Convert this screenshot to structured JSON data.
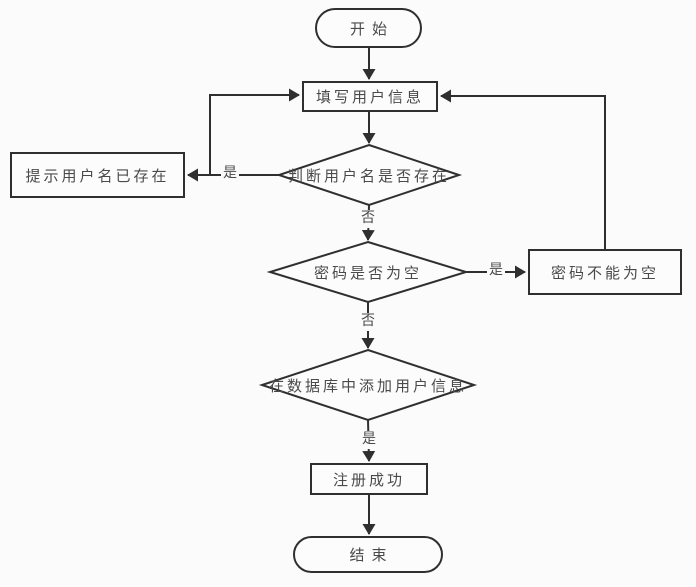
{
  "diagram": {
    "kind": "flowchart",
    "language": "zh",
    "colors": {
      "line": "#2f2f2f",
      "text": "#4a4a4a",
      "background": "#fbfbfb",
      "shape_fill": "#fcfcfc"
    },
    "nodes": {
      "start": {
        "type": "terminator",
        "label": "开始"
      },
      "fill_info": {
        "type": "process",
        "label": "填写用户信息"
      },
      "check_username": {
        "type": "decision",
        "label": "判断用户名是否存在"
      },
      "username_exists": {
        "type": "process",
        "label": "提示用户名已存在"
      },
      "check_password": {
        "type": "decision",
        "label": "密码是否为空"
      },
      "password_empty": {
        "type": "process",
        "label": "密码不能为空"
      },
      "add_to_db": {
        "type": "decision",
        "label": "在数据库中添加用户信息"
      },
      "register_success": {
        "type": "process",
        "label": "注册成功"
      },
      "end": {
        "type": "terminator",
        "label": "结束"
      }
    },
    "edge_labels": {
      "check_username_yes": "是",
      "check_username_no": "否",
      "check_password_yes": "是",
      "check_password_no": "否",
      "add_to_db_yes": "是"
    }
  }
}
